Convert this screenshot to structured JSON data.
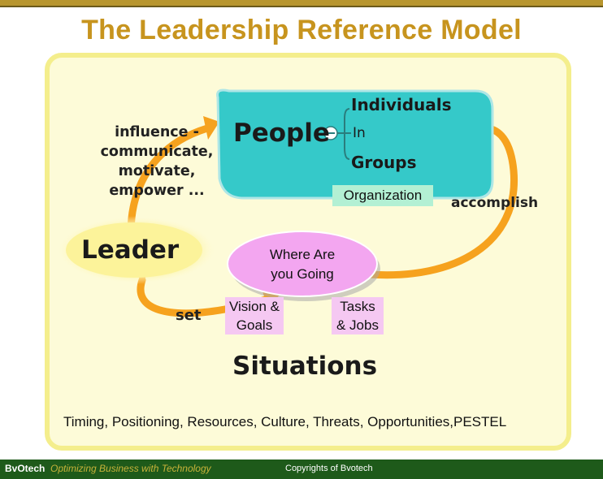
{
  "title": "The Leadership Reference Model",
  "nodes": {
    "people": "People",
    "individuals": "Individuals",
    "in": "In",
    "groups": "Groups",
    "organization": "Organization",
    "leader": "Leader",
    "where_line1": "Where Are",
    "where_line2": "you Going",
    "vision_line1": "Vision &",
    "vision_line2": "Goals",
    "tasks_line1": "Tasks",
    "tasks_line2": "& Jobs",
    "situations": "Situations",
    "factors": "Timing, Positioning, Resources, Culture, Threats, Opportunities,PESTEL"
  },
  "edges": {
    "influence_1": "influence -",
    "influence_2": "communicate,",
    "influence_3": "motivate,",
    "influence_4": "empower ...",
    "accomplish": "accomplish",
    "set": "set"
  },
  "footer": {
    "brand": "BvOtech",
    "tagline": "Optimizing  Business with Technology",
    "copyright": "Copyrights of Bvotech"
  },
  "colors": {
    "title": "#c7941e",
    "background_panel": "#fdfbd8",
    "panel_border": "#f4ee8c",
    "people_fill": "#35c9c9",
    "arrow_orange": "#f6a21e",
    "leader_fill": "#fcf39a",
    "where_fill": "#f3a6f0",
    "organization_box": "#b3f0d4",
    "pink_box": "#f5c8f2",
    "footer_bg": "#1e5a1a"
  }
}
